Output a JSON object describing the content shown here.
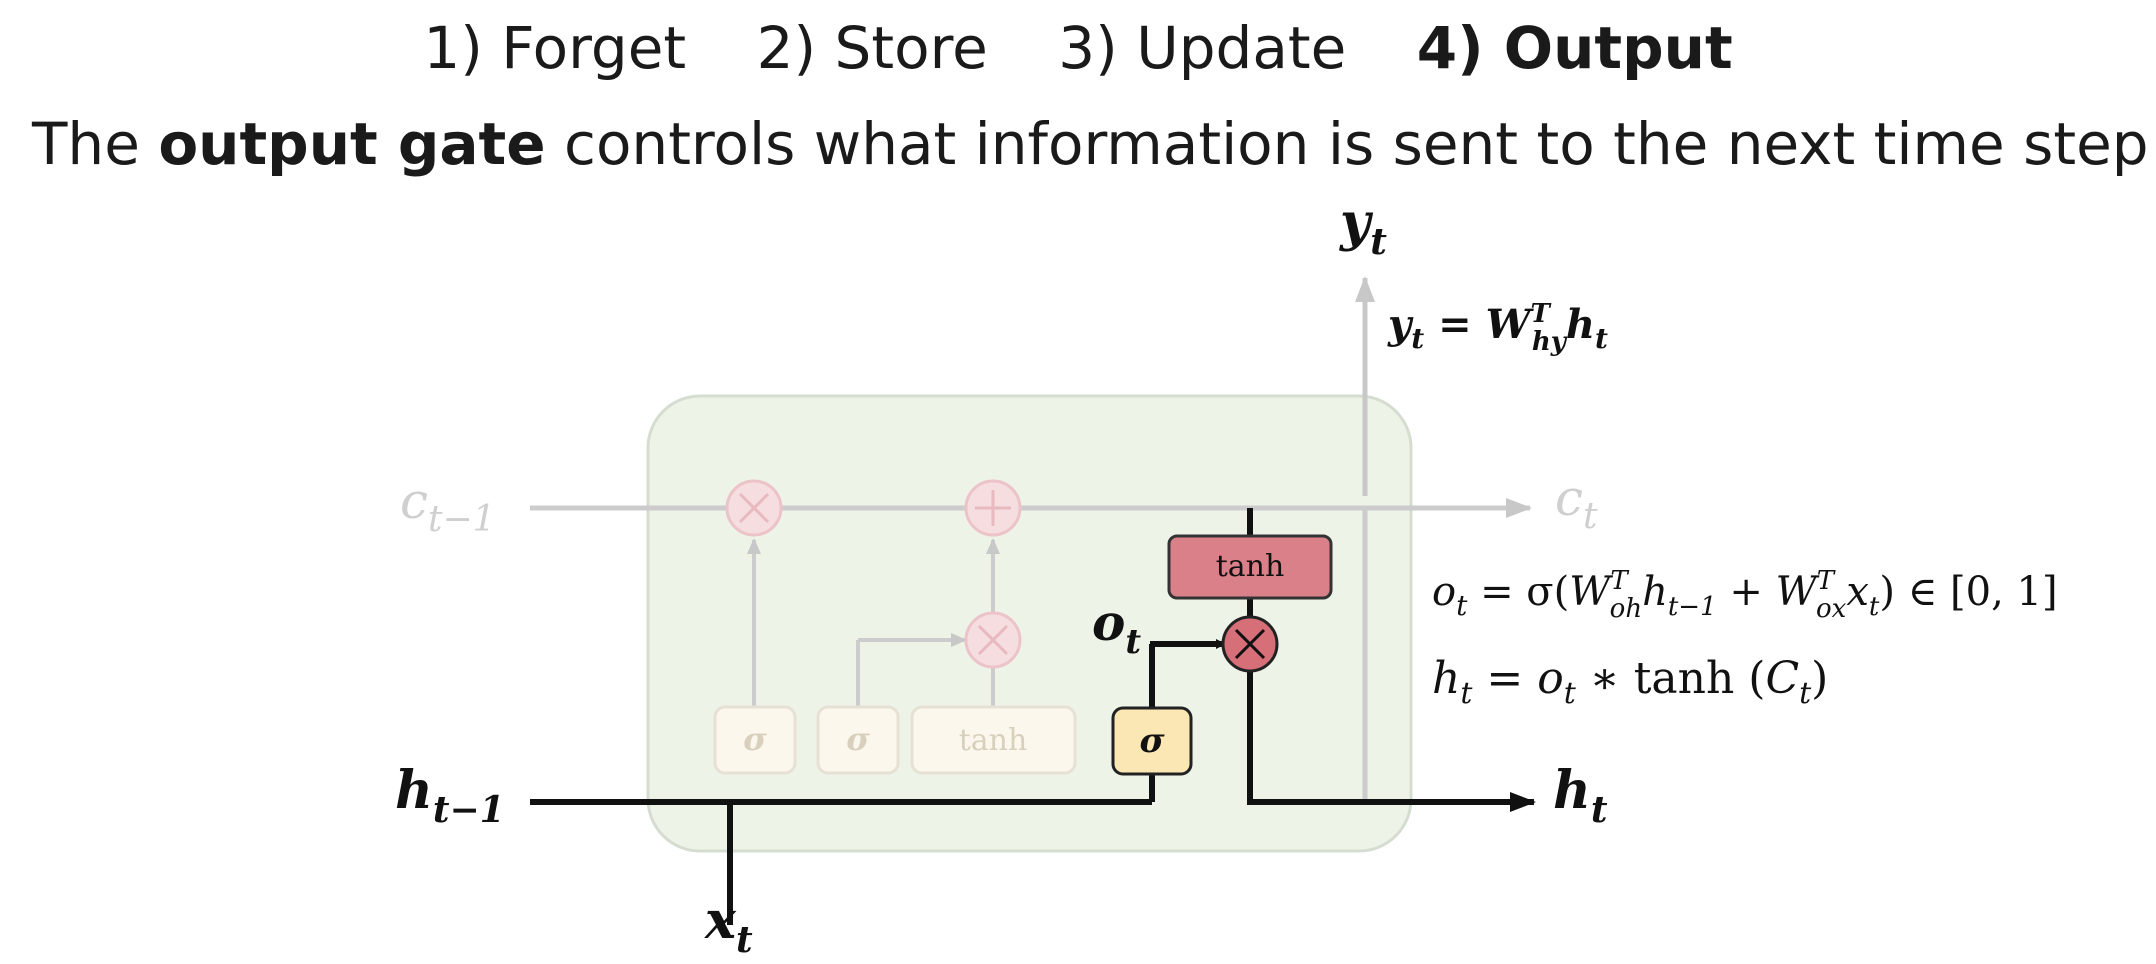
{
  "steps": [
    {
      "label": "1) Forget",
      "active": false
    },
    {
      "label": "2) Store",
      "active": false
    },
    {
      "label": "3) Update",
      "active": false
    },
    {
      "label": "4) Output",
      "active": true
    }
  ],
  "headline": {
    "prefix": "The ",
    "emphasis": "output gate",
    "suffix": " controls what information is sent to the next time step"
  },
  "diagram": {
    "input_h": {
      "base": "h",
      "sub": "t−1"
    },
    "input_x": {
      "base": "x",
      "sub": "t"
    },
    "input_c": {
      "base": "c",
      "sub": "t−1"
    },
    "output_c": {
      "base": "c",
      "sub": "t"
    },
    "output_h": {
      "base": "h",
      "sub": "t"
    },
    "output_y": {
      "base": "y",
      "sub": "t"
    },
    "gate_label": {
      "base": "o",
      "sub": "t"
    },
    "sigma_symbol": "σ",
    "tanh_label": "tanh",
    "colors": {
      "cell_bg": "#eef3e8",
      "cell_border": "#d5ddd0",
      "faded_line": "#cccccc",
      "faded_op": "#f5dde0",
      "faded_op_stroke": "#ebc3c8",
      "active_line": "#111111",
      "output_sigma": "#fbe7b4",
      "tanh_box": "#d98088",
      "multiply_op": "#d76f79"
    }
  },
  "equations": {
    "y_eq": {
      "lhs": "y",
      "lhs_sub": "t",
      "eq": " = ",
      "w": "W",
      "w_sup": "T",
      "w_sub": "hy",
      "h": "h",
      "h_sub": "t"
    },
    "o_eq": {
      "lhs": "o",
      "lhs_sub": "t",
      "mid1": " = σ(",
      "w1": "W",
      "w1_sup": "T",
      "w1_sub": "oh",
      "h": "h",
      "h_sub": "t−1",
      "plus": " + ",
      "w2": "W",
      "w2_sup": "T",
      "w2_sub": "ox",
      "x": "x",
      "x_sub": "t",
      "tail": ") ∈ [0, 1]"
    },
    "h_eq": {
      "lhs": "h",
      "lhs_sub": "t",
      "mid": " = ",
      "o": "o",
      "o_sub": "t",
      "tail1": " ∗ tanh (",
      "c": "C",
      "c_sub": "t",
      "tail2": ")"
    }
  }
}
